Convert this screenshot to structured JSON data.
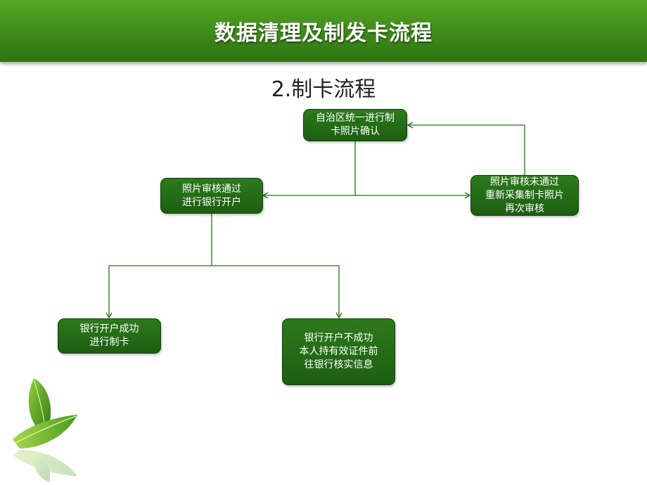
{
  "header": {
    "title": "数据清理及制发卡流程",
    "subtitle": "2.制卡流程"
  },
  "nodes": {
    "confirm": "自治区统一进行制\n卡照片确认",
    "pass": "照片审核通过\n进行银行开户",
    "fail": "照片审核未通过\n重新采集制卡照片\n再次审核",
    "success": "银行开户成功\n进行制卡",
    "failure": "银行开户不成功\n本人持有效证件前\n往银行核实信息"
  },
  "colors": {
    "banner": "#3d8a19",
    "node_fill": "#1f6514",
    "connector": "#2e6b22"
  }
}
